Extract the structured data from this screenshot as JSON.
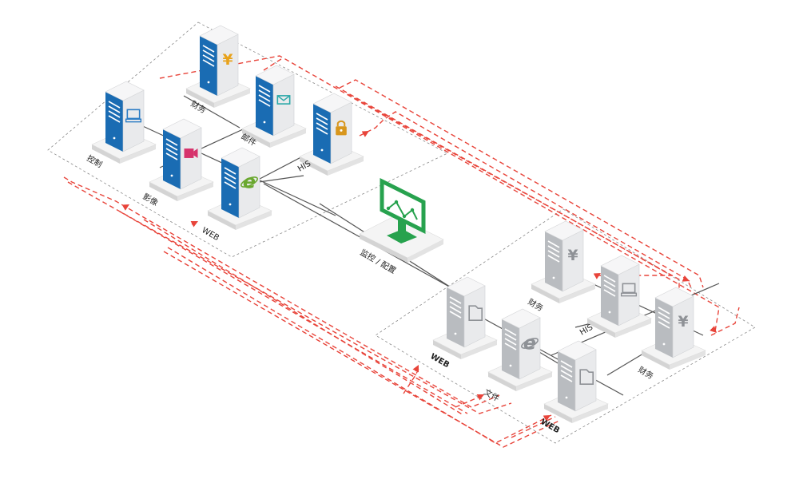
{
  "colors": {
    "primary_blue": "#1a6cb3",
    "primary_blue_dark": "#0f4f88",
    "backup_gray": "#b9bcc0",
    "backup_gray_dark": "#8f9397",
    "server_face": "#e9eaec",
    "server_side": "#cfd1d4",
    "slab_top": "#f4f4f4",
    "slab_edge": "#d4d4d4",
    "link": "#555555",
    "zone_border": "#888888",
    "replication": "#e8443a",
    "monitor_green": "#27a24e",
    "icon_money": "#e8a21a",
    "icon_video": "#d6336c",
    "icon_ie": "#6aa82f",
    "icon_lock": "#d8961c",
    "icon_mail": "#2aa8a8",
    "icon_pc": "#2b7cc4"
  },
  "labels": {
    "finance_main": "财务",
    "mail_main": "邮件",
    "control_main": "控制",
    "video_main": "影像",
    "his_main": "HIS",
    "web_main": "WEB",
    "monitor": "监控 / 配置",
    "finance_backup_1": "财务",
    "his_backup": "HIS",
    "finance_backup_2": "财务",
    "web_backup_1": "WEB",
    "file_backup": "文件",
    "web_backup_2": "WEB"
  },
  "icons": {
    "finance_main": "yen-icon",
    "mail_main": "mail-icon",
    "lock_main": "lock-icon",
    "control_main": "computer-icon",
    "video_main": "video-icon",
    "web_main": "ie-icon",
    "monitor": "monitor-chart-icon",
    "finance_backup_1": "yen-icon",
    "his_backup": "computer-icon",
    "finance_backup_2": "yen-icon",
    "web_backup_1": "folder-icon",
    "file_backup": "ie-icon",
    "web_backup_2": "folder-icon"
  }
}
